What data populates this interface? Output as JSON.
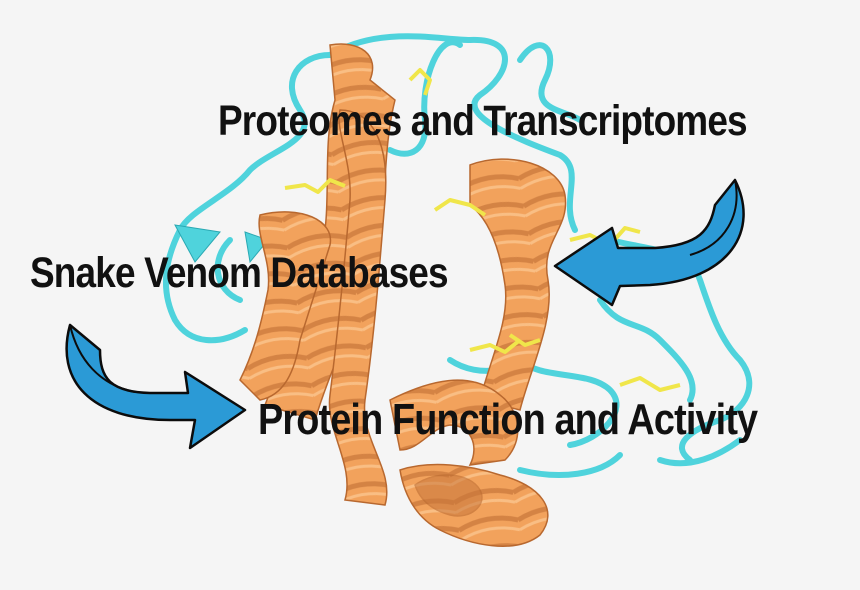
{
  "labels": {
    "proteomes": "Proteomes and Transcriptomes",
    "databases": "Snake Venom Databases",
    "function": "Protein Function and Activity"
  },
  "colors": {
    "background": "#f5f5f5",
    "helix": "#f2a25c",
    "helix_dark": "#c8763a",
    "loop": "#4fd3dc",
    "disulfide": "#f0e64a",
    "arrow": "#2b9ad6",
    "text": "#111111"
  },
  "icons": {
    "protein": "protein-ribbon-structure",
    "arrow": "curved-arrow"
  }
}
